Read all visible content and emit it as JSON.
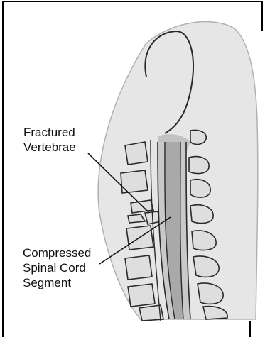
{
  "labels": {
    "fractured": [
      "Fractured",
      "Vertebrae"
    ],
    "compressed": [
      "Compressed",
      "Spinal Cord",
      "Segment"
    ]
  },
  "colors": {
    "frame": "#000000",
    "skin": "#e6e6e6",
    "vertebra_fill": "#dedede",
    "vertebra_shadow": "#b8b8b8",
    "canal": "#c9c9c9",
    "cord": "#a9a9a9",
    "outline": "#2a2a2a"
  }
}
